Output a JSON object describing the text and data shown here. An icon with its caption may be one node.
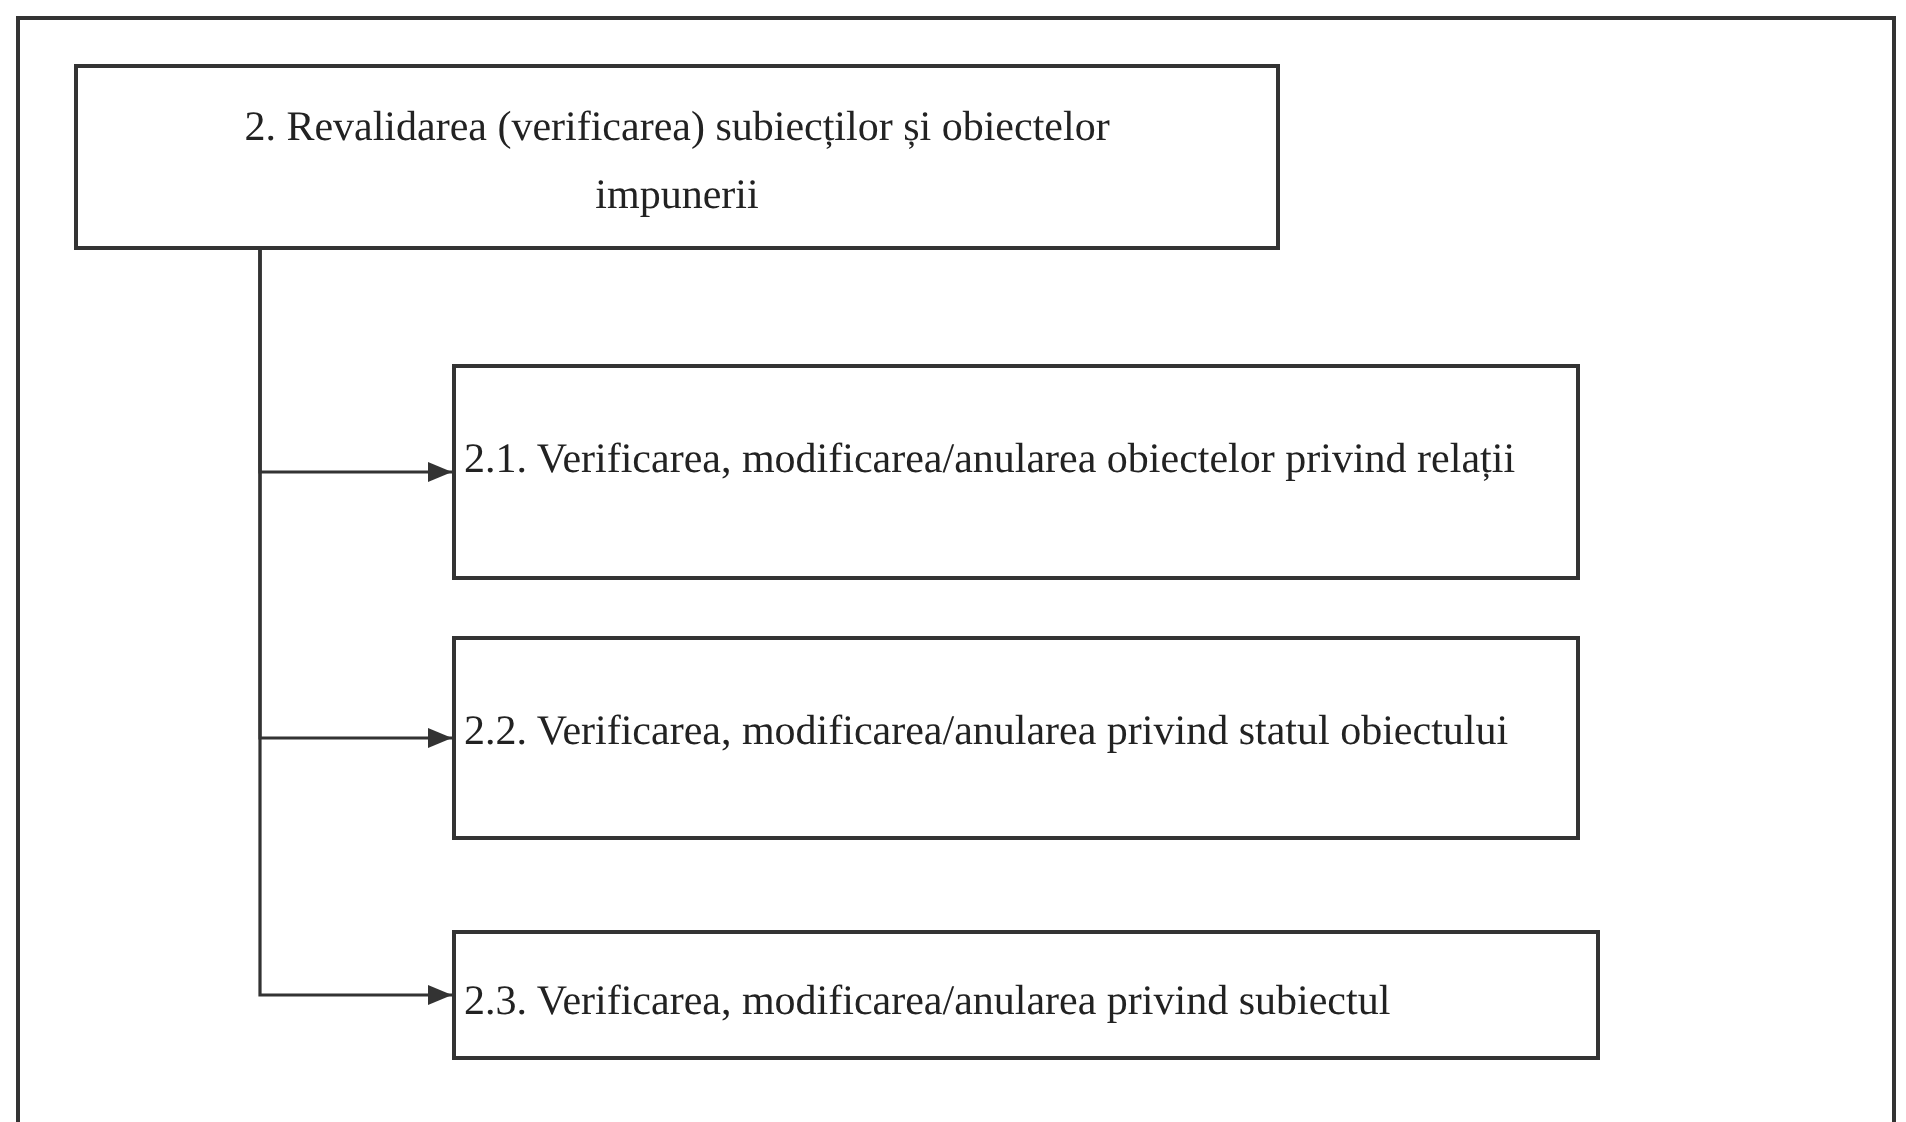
{
  "diagram": {
    "nodes": [
      {
        "text": [
          "2. Revalidarea (verificarea) subiecților și obiectelor impunerii"
        ]
      },
      {
        "text": [
          "2.1. Verificarea, modificarea/anularea obiectelor privind relații"
        ]
      },
      {
        "text": [
          "2.2. Verificarea, modificarea/anularea privind statul obiectului"
        ]
      },
      {
        "text": [
          "2.3. Verificarea, modificarea/anularea privind subiectul"
        ]
      }
    ],
    "edges": [
      {
        "from": 0,
        "to": 1,
        "arrow": "to"
      },
      {
        "from": 0,
        "to": 2,
        "arrow": "to"
      },
      {
        "from": 0,
        "to": 3,
        "arrow": "to"
      }
    ]
  }
}
